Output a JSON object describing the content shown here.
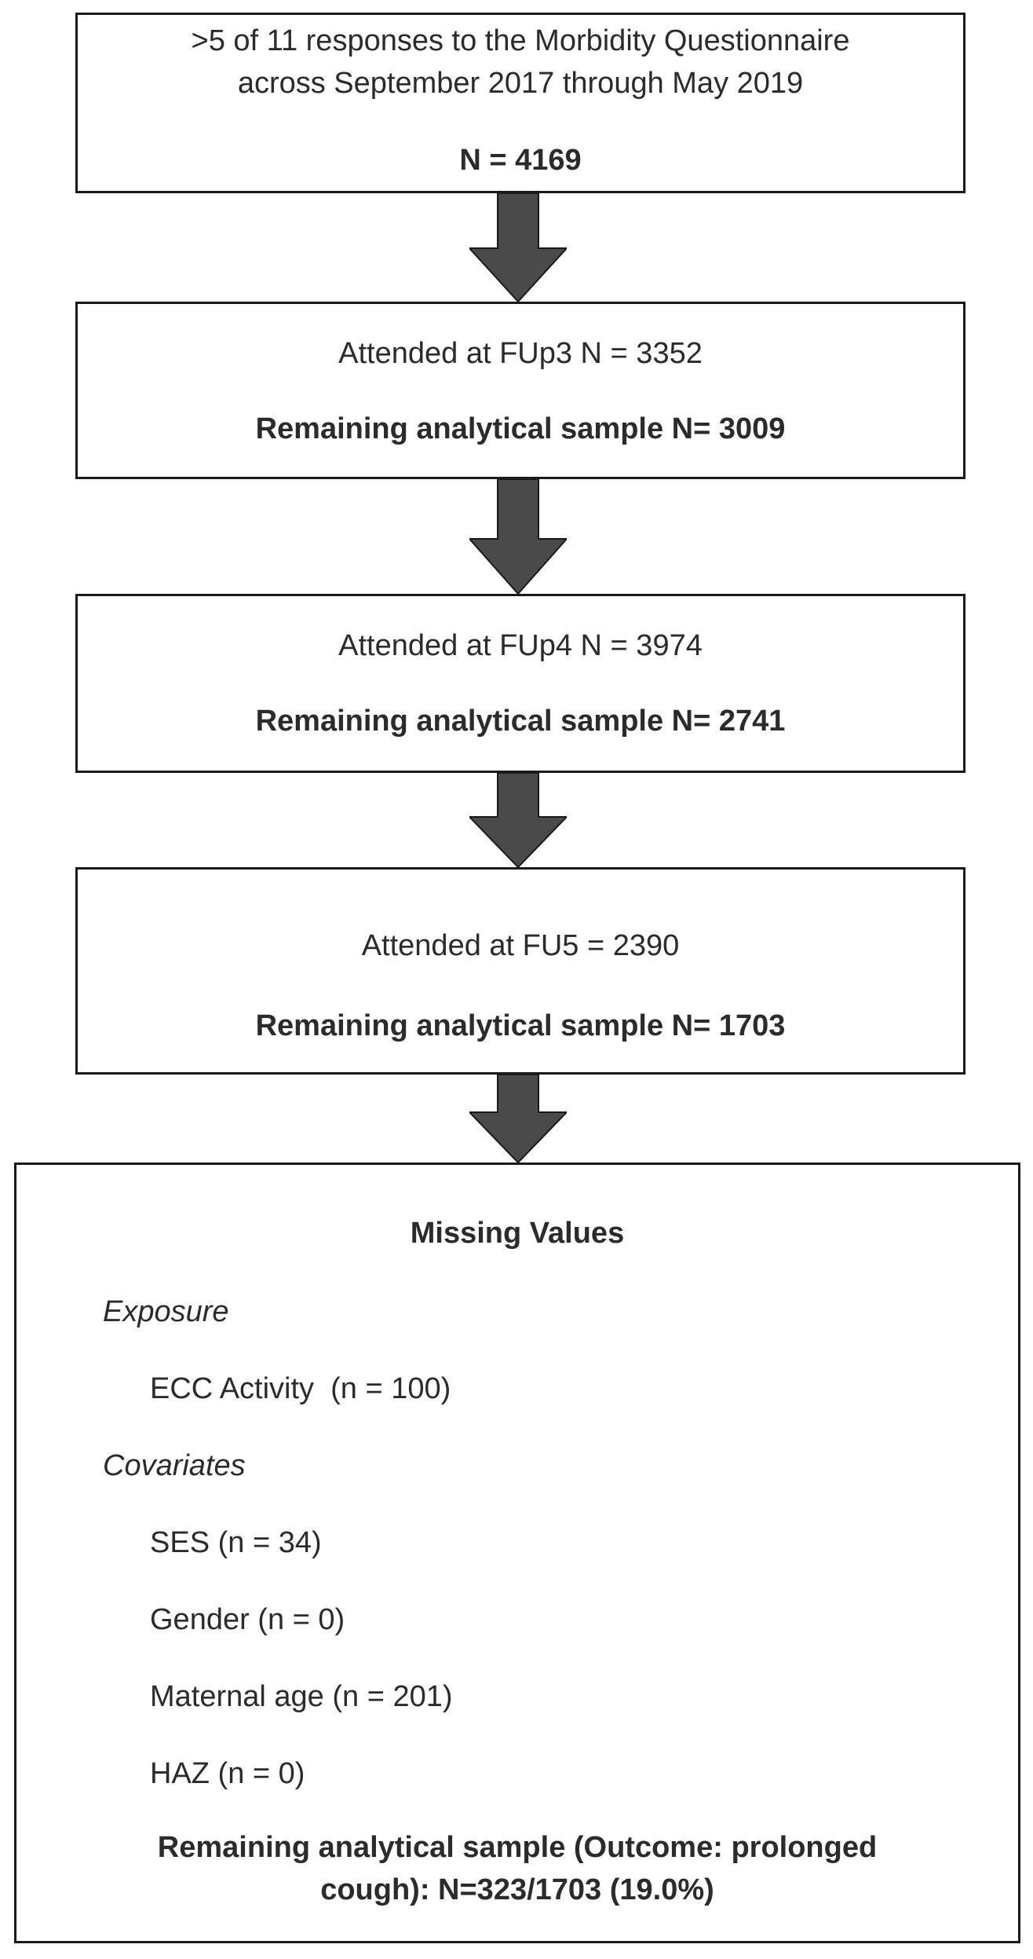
{
  "flow": {
    "box1": {
      "line1": ">5 of 11 responses to the Morbidity Questionnaire",
      "line2": "across September 2017 through May 2019",
      "n": "N = 4169"
    },
    "box2": {
      "attended": "Attended at FUp3 N = 3352",
      "remaining": "Remaining analytical sample N= 3009"
    },
    "box3": {
      "attended": "Attended at FUp4 N = 3974",
      "remaining": "Remaining analytical sample N= 2741"
    },
    "box4": {
      "attended": "Attended at FU5 = 2390",
      "remaining": "Remaining analytical sample N= 1703"
    },
    "box5": {
      "title": "Missing Values",
      "exposure_heading": "Exposure",
      "exposure_items": [
        "ECC Activity  (n = 100)"
      ],
      "covariates_heading": "Covariates",
      "covariate_items": [
        "SES (n = 34)",
        "Gender (n = 0)",
        "Maternal age (n = 201)",
        "HAZ (n = 0)"
      ],
      "remaining_line1": "Remaining analytical sample (Outcome: prolonged",
      "remaining_line2": "cough): N=323/1703 (19.0%)"
    }
  },
  "colors": {
    "arrow": "#4a4a4a",
    "border": "#1a1a1a",
    "text": "#2b2b2b"
  }
}
